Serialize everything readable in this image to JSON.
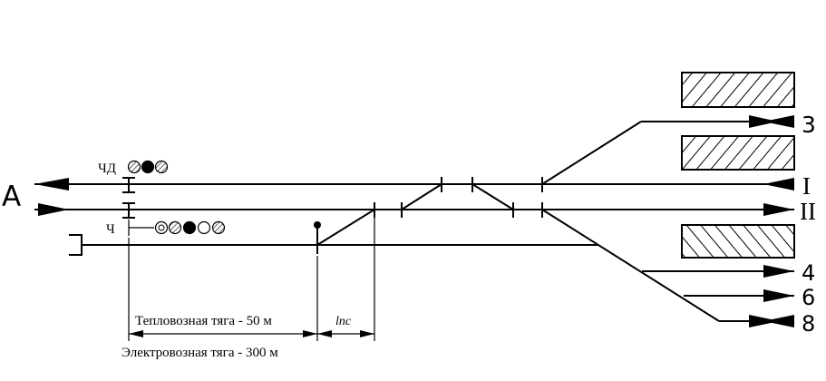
{
  "station": {
    "direction_label": "A",
    "tracks": {
      "t3": "3",
      "tI": "I",
      "tII": "II",
      "t4": "4",
      "t6": "6",
      "t8": "8"
    }
  },
  "signals": {
    "departure_label": "ЧД",
    "entrance_label": "Ч"
  },
  "dimensions": {
    "diesel": "Тепловозная тяга - 50 м",
    "lnc": "lпс",
    "electric": "Электровозная тяга - 300 м"
  }
}
